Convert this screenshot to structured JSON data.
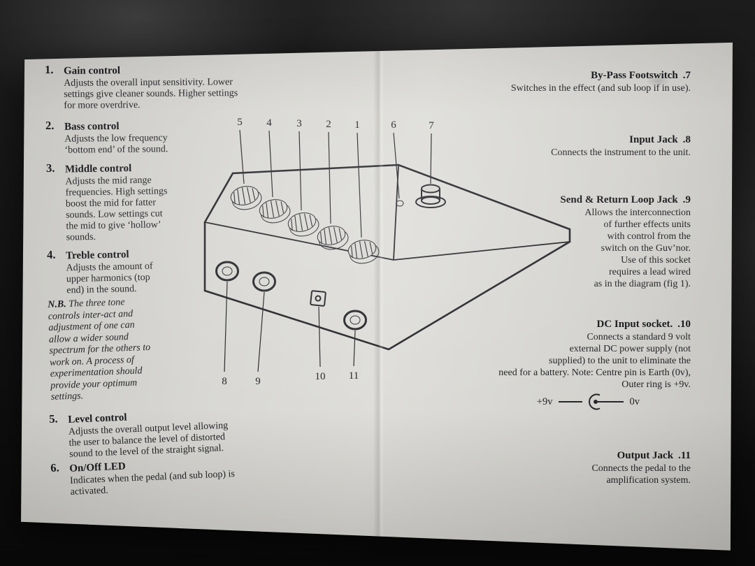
{
  "left_column": {
    "items": [
      {
        "num": "1.",
        "title": "Gain control",
        "body": "Adjusts the overall input sensitivity. Lower\nsettings give cleaner sounds. Higher settings\nfor more overdrive."
      },
      {
        "num": "2.",
        "title": "Bass control",
        "body": "Adjusts the low frequency\n‘bottom end’ of the sound."
      },
      {
        "num": "3.",
        "title": "Middle control",
        "body": "Adjusts the mid range\nfrequencies. High settings\nboost the mid for fatter\nsounds. Low settings cut\nthe mid to give ‘hollow’\nsounds."
      },
      {
        "num": "4.",
        "title": "Treble control",
        "body": "Adjusts the amount of\nupper harmonics (top\nend) in the sound."
      },
      {
        "num": "5.",
        "title": "Level control",
        "body": "Adjusts the overall output level allowing\nthe user to balance the level of distorted\nsound to the level of the straight signal."
      },
      {
        "num": "6.",
        "title": "On/Off LED",
        "body": "Indicates when the pedal (and sub loop) is\nactivated."
      }
    ],
    "note": {
      "label": "N.B.",
      "body": "The three tone\ncontrols inter-act and\nadjustment of one can\nallow a wider sound\nspectrum for the others to\nwork on. A process of\nexperimentation should\nprovide your optimum\nsettings."
    }
  },
  "right_column": {
    "items": [
      {
        "title": "By-Pass Footswitch",
        "num": ".7",
        "body": "Switches in the effect (and sub loop if in use)."
      },
      {
        "title": "Input Jack",
        "num": ".8",
        "body": "Connects the instrument to the unit."
      },
      {
        "title": "Send & Return Loop Jack",
        "num": ".9",
        "body": "Allows the interconnection\nof further effects units\nwith control from the\nswitch on the Guv’nor.\nUse of this socket\nrequires a lead wired\nas in the diagram (fig 1)."
      },
      {
        "title": "DC Input socket.",
        "num": ".10",
        "body": "Connects a standard 9 volt\nexternal DC power supply (not\nsupplied) to the unit to eliminate the\nneed for a battery. Note: Centre pin is Earth (0v),\nOuter ring is +9v."
      },
      {
        "title": "Output Jack",
        "num": ".11",
        "body": "Connects the pedal to the\namplification system."
      }
    ],
    "polarity": {
      "left_label": "+9v",
      "right_label": "0v"
    }
  },
  "drawing": {
    "top_callouts": [
      "5",
      "4",
      "3",
      "2",
      "1",
      "6",
      "7"
    ],
    "bottom_callouts": [
      "8",
      "9",
      "10",
      "11"
    ]
  }
}
